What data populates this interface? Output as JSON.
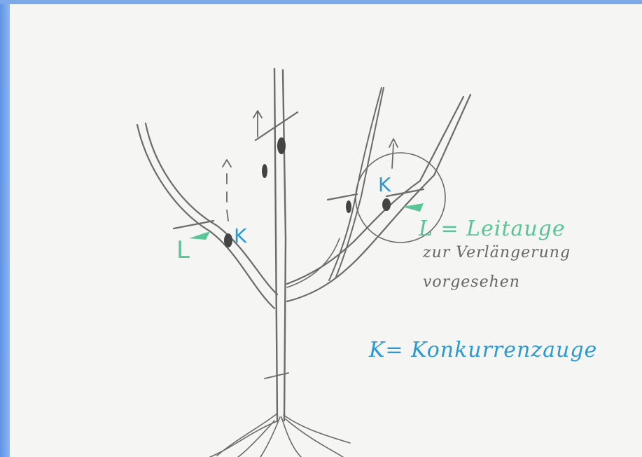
{
  "labels": {
    "L_left": "L",
    "K_left": "K",
    "K_circle": "K",
    "leitauge_line1": "L = Leitauge",
    "leitauge_line2": "zur Verlängerung",
    "leitauge_line3": "vorgesehen",
    "konkurrenz": "K= Konkurrenzauge"
  },
  "colors": {
    "green": "#58c596",
    "blue": "#2a9ad6",
    "pencil": "#6b6b6b",
    "paper": "#f5f5f3",
    "border_blue": "#6d9fe6"
  }
}
